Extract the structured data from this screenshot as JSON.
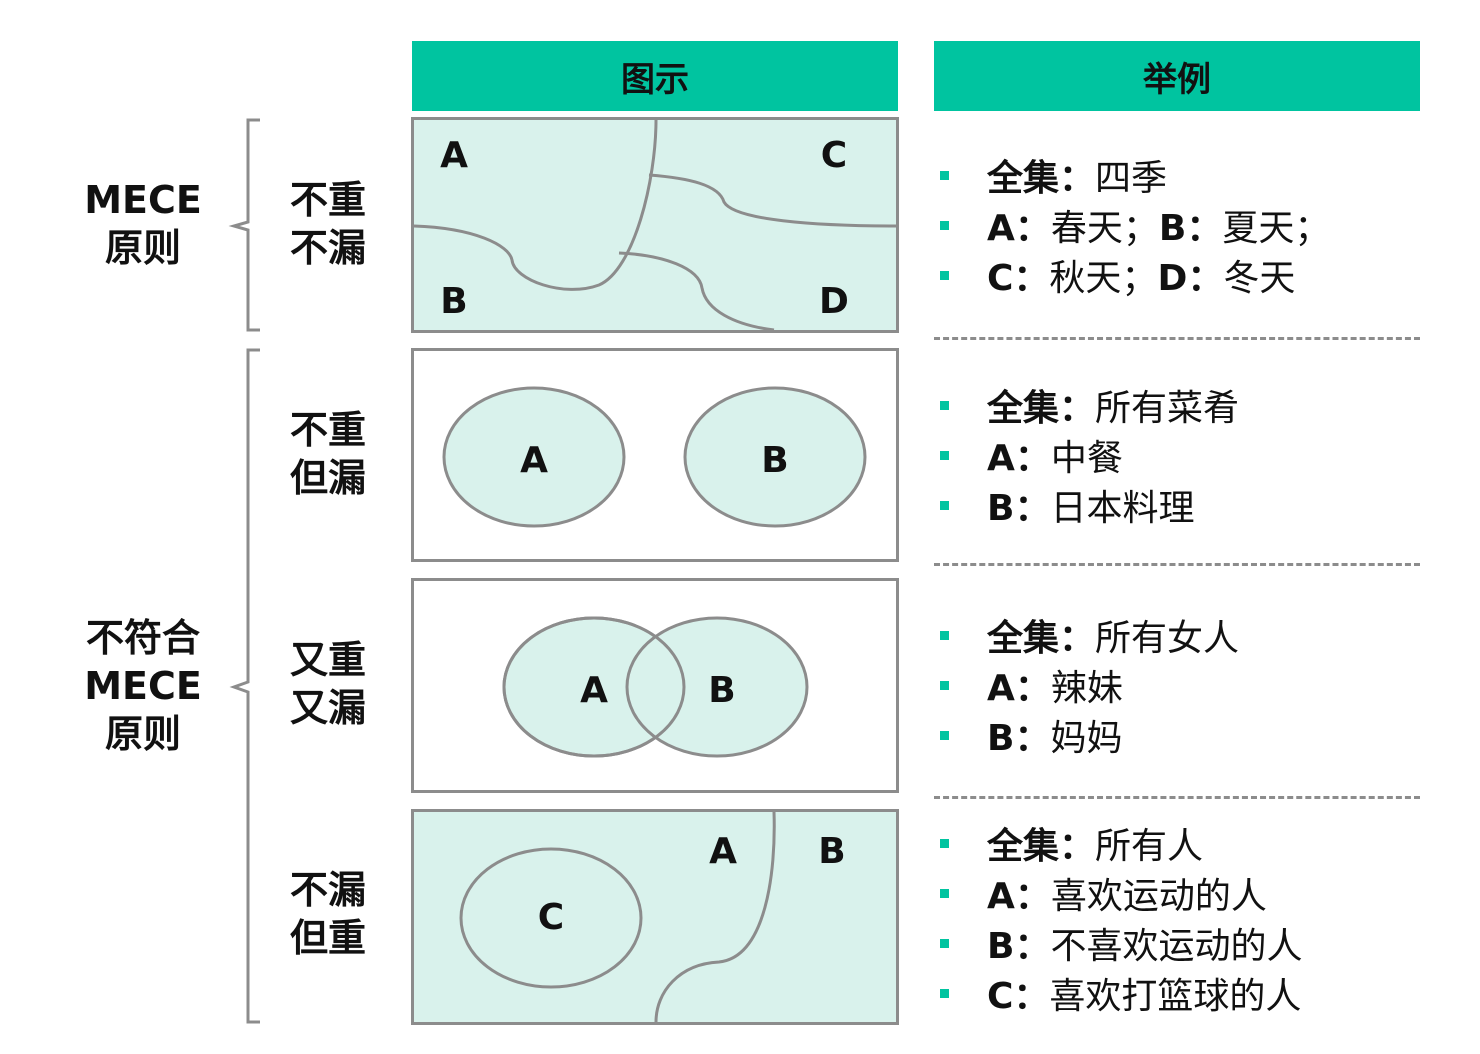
{
  "colors": {
    "accent": "#00c4a0",
    "fill": "#d9f2ec",
    "border": "#8c8c8c"
  },
  "headers": {
    "diagram": "图示",
    "example": "举例"
  },
  "groups": {
    "mece": "MECE\n原则",
    "not_mece": "不符合\nMECE\n原则"
  },
  "rows": [
    {
      "label": "不重\n不漏",
      "regions": [
        "A",
        "C",
        "B",
        "D"
      ],
      "examples": [
        [
          {
            "k": "全集：",
            "v": "四季"
          }
        ],
        [
          {
            "k": "A：",
            "v": "春天；"
          },
          {
            "k": "B：",
            "v": "夏天；"
          }
        ],
        [
          {
            "k": "C：",
            "v": "秋天；"
          },
          {
            "k": "D：",
            "v": "冬天"
          }
        ]
      ]
    },
    {
      "label": "不重\n但漏",
      "regions": [
        "A",
        "B"
      ],
      "examples": [
        [
          {
            "k": "全集：",
            "v": "所有菜肴"
          }
        ],
        [
          {
            "k": "A：",
            "v": "中餐"
          }
        ],
        [
          {
            "k": "B：",
            "v": "日本料理"
          }
        ]
      ]
    },
    {
      "label": "又重\n又漏",
      "regions": [
        "A",
        "B"
      ],
      "examples": [
        [
          {
            "k": "全集：",
            "v": "所有女人"
          }
        ],
        [
          {
            "k": "A：",
            "v": "辣妹"
          }
        ],
        [
          {
            "k": "B：",
            "v": "妈妈"
          }
        ]
      ]
    },
    {
      "label": "不漏\n但重",
      "regions": [
        "A",
        "B",
        "C"
      ],
      "examples": [
        [
          {
            "k": "全集：",
            "v": "所有人"
          }
        ],
        [
          {
            "k": "A：",
            "v": "喜欢运动的人"
          }
        ],
        [
          {
            "k": "B：",
            "v": "不喜欢运动的人"
          }
        ],
        [
          {
            "k": "C：",
            "v": "喜欢打篮球的人"
          }
        ]
      ]
    }
  ]
}
